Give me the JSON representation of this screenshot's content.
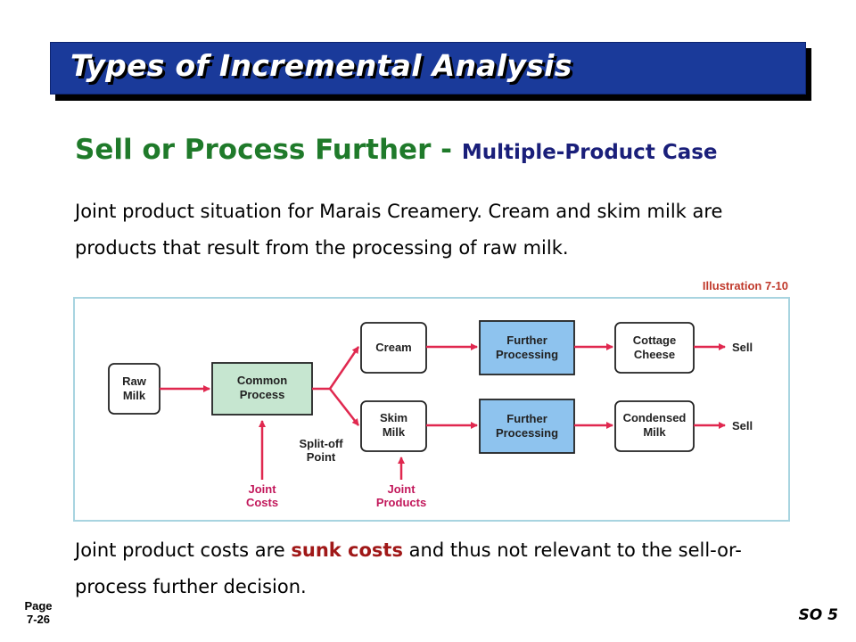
{
  "slide": {
    "title": "Types of Incremental Analysis",
    "subtitle_main": "Sell or Process Further",
    "subtitle_sep": " - ",
    "subtitle_sub": "Multiple-Product Case",
    "paragraph1": "Joint product situation for Marais Creamery. Cream and skim milk are products that result from the processing of raw milk.",
    "illustration_label": "Illustration 7-10",
    "paragraph2_before": "Joint product costs are ",
    "paragraph2_highlight": "sunk costs",
    "paragraph2_after": " and thus not relevant to the sell-or-process further decision.",
    "page_label": "Page",
    "page_number": "7-26",
    "so_label": "SO 5"
  },
  "diagram": {
    "colors": {
      "arrow": "#e0284f",
      "process_fill": "#c6e6d0",
      "further_fill": "#8ec3ee",
      "box_stroke": "#222222"
    },
    "raw_milk": [
      "Raw",
      "Milk"
    ],
    "common_process": [
      "Common",
      "Process"
    ],
    "cream": "Cream",
    "skim_milk": [
      "Skim",
      "Milk"
    ],
    "further_processing_1": [
      "Further",
      "Processing"
    ],
    "further_processing_2": [
      "Further",
      "Processing"
    ],
    "cottage_cheese": [
      "Cottage",
      "Cheese"
    ],
    "condensed_milk": [
      "Condensed",
      "Milk"
    ],
    "sell_1": "Sell",
    "sell_2": "Sell",
    "split_off_point": [
      "Split-off",
      "Point"
    ],
    "joint_costs": [
      "Joint",
      "Costs"
    ],
    "joint_products": [
      "Joint",
      "Products"
    ]
  }
}
